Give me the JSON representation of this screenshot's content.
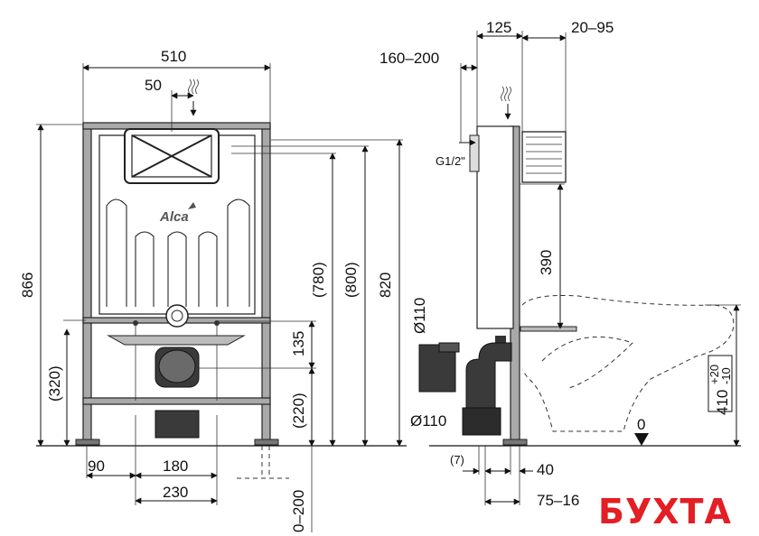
{
  "front_view": {
    "width_top": "510",
    "offset_top": "50",
    "height_total": "866",
    "brand": "Alca",
    "height_780": "(780)",
    "height_800": "(800)",
    "height_820": "820",
    "height_320": "(320)",
    "dim_135": "135",
    "dim_220": "(220)",
    "bottom_90": "90",
    "bottom_180": "180",
    "bottom_230": "230",
    "floor_range": "0–200"
  },
  "side_view": {
    "dim_125": "125",
    "dim_20_95": "20–95",
    "dim_160_200": "160–200",
    "thread_label": "G1/2\"",
    "dim_390": "390",
    "pipe_upper": "Ø110",
    "pipe_lower": "Ø110",
    "zero_mark": "0",
    "dim_7": "(7)",
    "dim_40": "40",
    "dim_75_16": "75–16",
    "bowl_height": "410",
    "tol_plus": "+20",
    "tol_minus": "-10"
  },
  "watermark": {
    "text": "БУХТА",
    "color": "#e31e24"
  }
}
